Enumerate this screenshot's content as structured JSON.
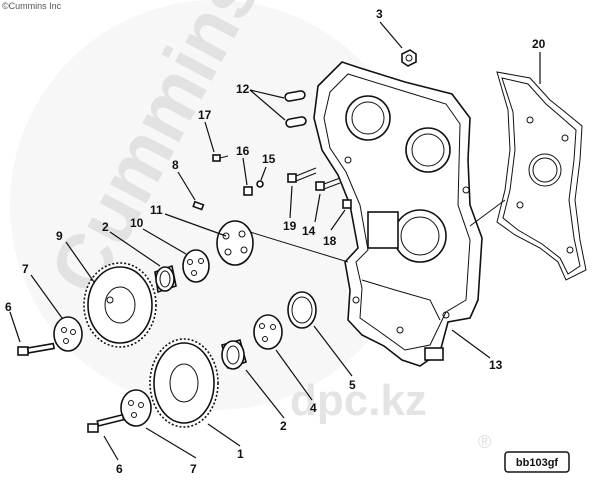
{
  "copyright": "©Cummins Inc",
  "figure_code": "bb103gf",
  "watermarks": {
    "brand": "Cummins",
    "site": "dpc.kz",
    "registered": "®"
  },
  "callouts": {
    "c3": "3",
    "c20": "20",
    "c12": "12",
    "c17": "17",
    "c16": "16",
    "c15": "15",
    "c8": "8",
    "c11": "11",
    "c10": "10",
    "c9": "9",
    "c2a": "2",
    "c7a": "7",
    "c6a": "6",
    "c19": "19",
    "c14": "14",
    "c18": "18",
    "c13": "13",
    "c5": "5",
    "c4": "4",
    "c2b": "2",
    "c1": "1",
    "c6b": "6",
    "c7b": "7"
  },
  "colors": {
    "line": "#111111",
    "watermark": "#ececec",
    "background": "#ffffff"
  }
}
